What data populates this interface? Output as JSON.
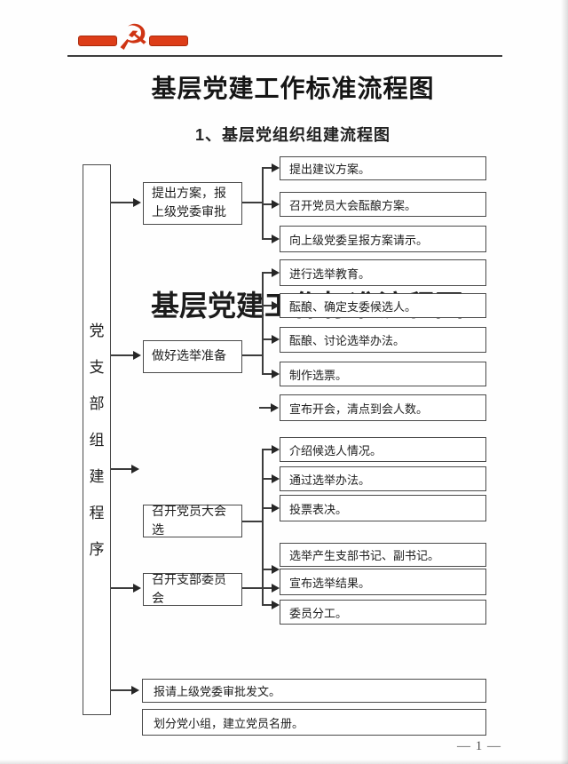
{
  "page": {
    "title": "基层党建工作标准流程图",
    "subtitle": "1、基层党组织组建流程图",
    "watermark": "基层党建工作标准流程图",
    "page_number": "— 1 —",
    "accent_red": "#dd3d18",
    "line_color": "#3c3c3c"
  },
  "logo": {
    "emblem_icon": "hammer-and-sickle-icon",
    "emblem_glyph": "☭"
  },
  "flow": {
    "root_label": "党支部组建程序",
    "root_vertical": "党\n支\n部\n组\n建\n程\n序",
    "stages": [
      "提出方案，报上级党委审批",
      "做好选举准备",
      "召开党员大会选",
      "召开支部委员会"
    ],
    "steps": [
      "提出建议方案。",
      "召开党员大会酝酿方案。",
      "向上级党委呈报方案请示。",
      "进行选举教育。",
      "酝酿、确定支委候选人。",
      "酝酿、讨论选举办法。",
      "制作选票。",
      "宣布开会，清点到会人数。",
      "介绍候选人情况。",
      "通过选举办法。",
      "投票表决。",
      "选举产生支部书记、副书记。",
      "宣布选举结果。",
      "委员分工。"
    ],
    "final_steps": [
      "报请上级党委审批发文。",
      "划分党小组，建立党员名册。"
    ]
  }
}
